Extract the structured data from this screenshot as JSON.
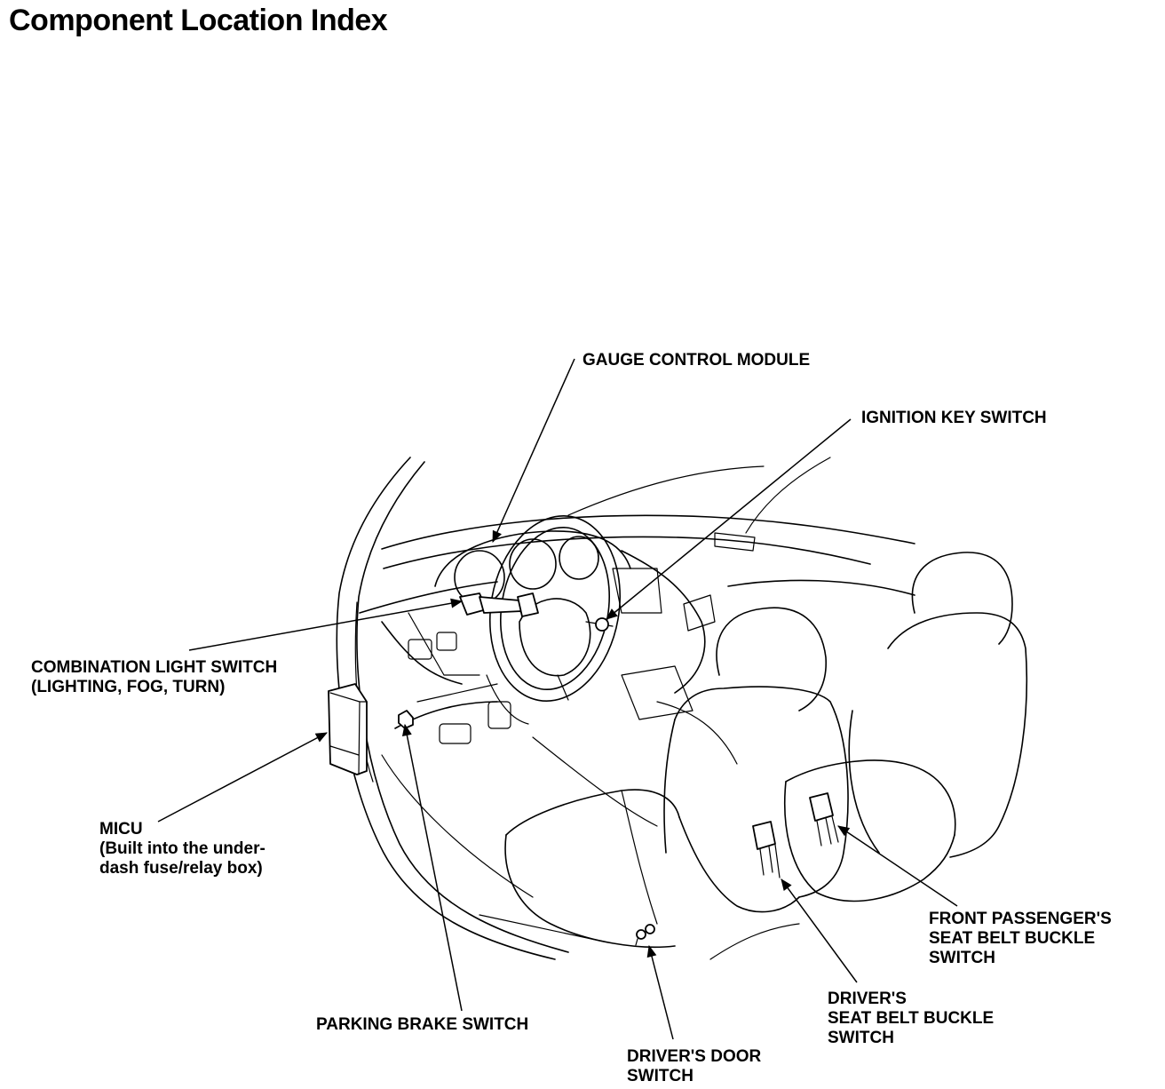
{
  "title": "Component Location Index",
  "labels": {
    "gauge_control_module": "GAUGE CONTROL MODULE",
    "ignition_key_switch": "IGNITION KEY SWITCH",
    "combination_light_switch": {
      "line1": "COMBINATION LIGHT SWITCH",
      "line2": "(LIGHTING, FOG, TURN)"
    },
    "micu": {
      "line1": "MICU",
      "line2": "(Built into the under-",
      "line3": "dash fuse/relay box)"
    },
    "parking_brake_switch": "PARKING BRAKE SWITCH",
    "drivers_door_switch": {
      "line1": "DRIVER'S DOOR",
      "line2": "SWITCH"
    },
    "drivers_seat_belt_buckle_switch": {
      "line1": "DRIVER'S",
      "line2": "SEAT BELT BUCKLE",
      "line3": "SWITCH"
    },
    "front_passengers_seat_belt_buckle_switch": {
      "line1": "FRONT PASSENGER'S",
      "line2": "SEAT BELT BUCKLE",
      "line3": "SWITCH"
    }
  }
}
